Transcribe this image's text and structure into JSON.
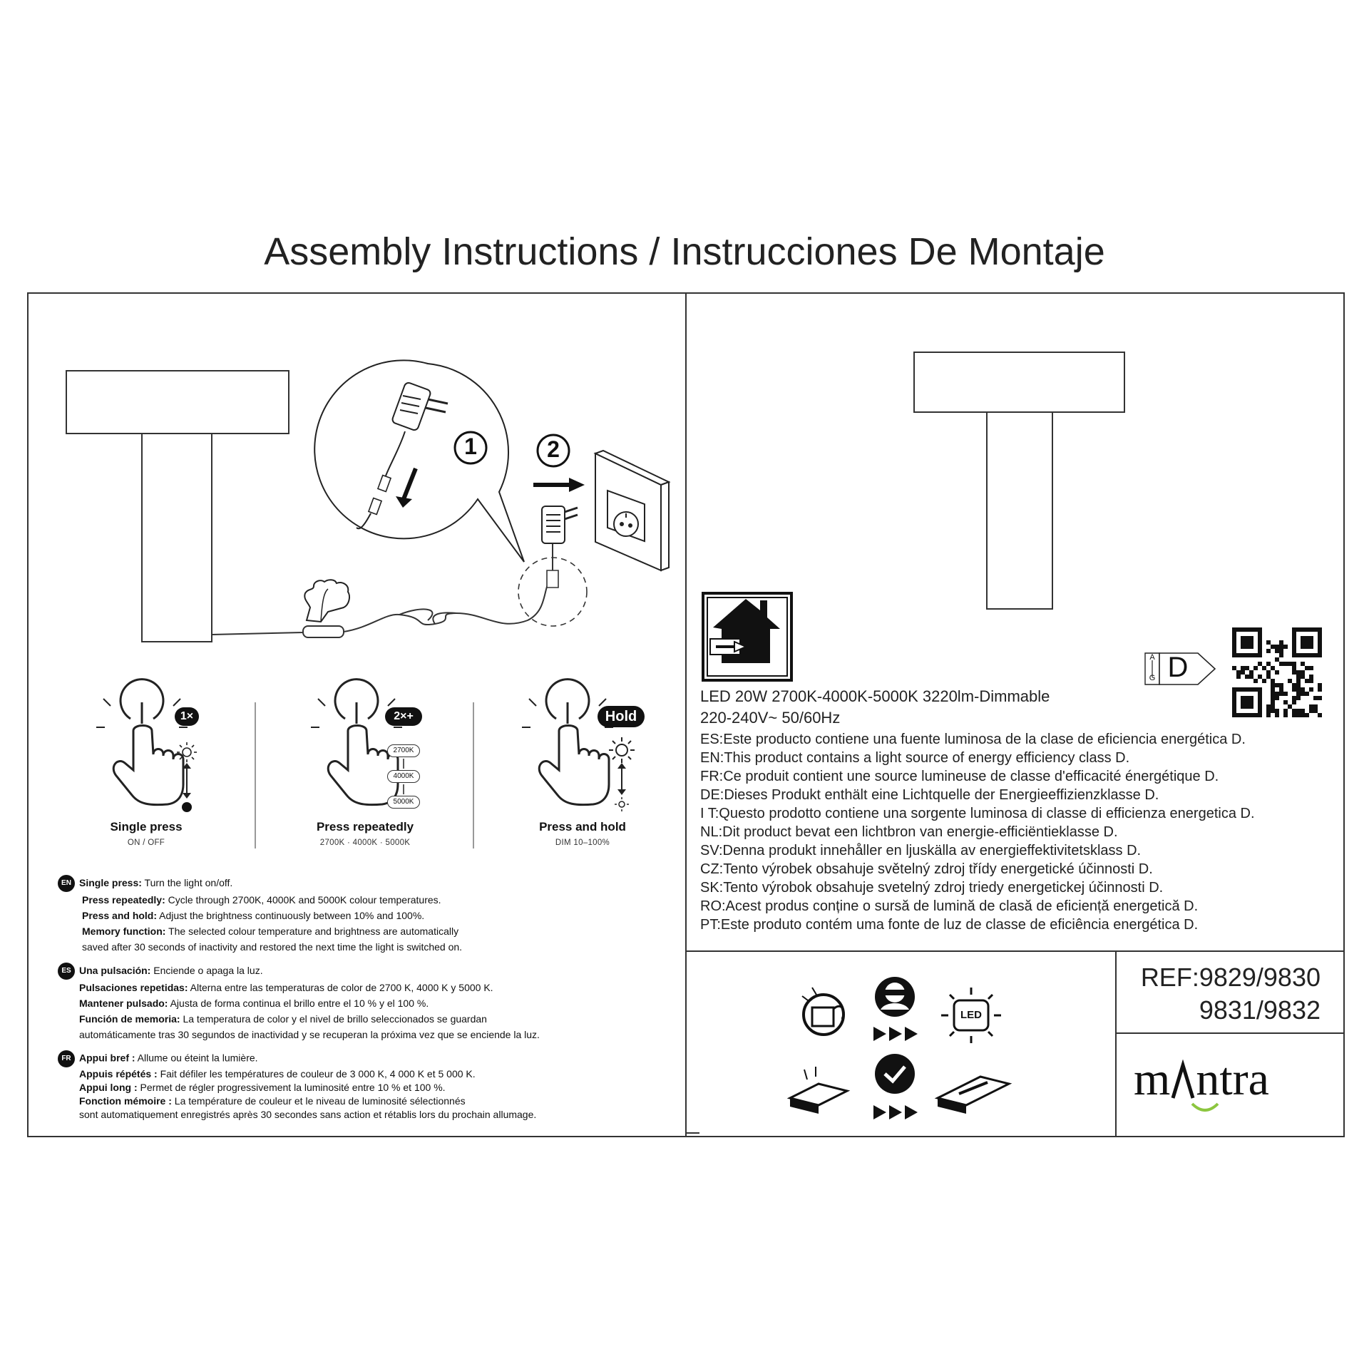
{
  "title": "Assembly Instructions / Instrucciones De Montaje",
  "steps": {
    "step1": "1",
    "step2": "2"
  },
  "buttons": [
    {
      "badge": "1×",
      "label": "Single press",
      "sub": "ON / OFF"
    },
    {
      "badge": "2×+",
      "label": "Press repeatedly",
      "sub": "2700K · 4000K · 5000K",
      "temps": [
        "2700K",
        "4000K",
        "5000K"
      ]
    },
    {
      "badge": "Hold",
      "label": "Press and hold",
      "sub": "DIM 10–100%"
    }
  ],
  "instructions": {
    "en": {
      "code": "EN",
      "lines": [
        {
          "b": "Single press:",
          "t": " Turn the light on/off."
        },
        {
          "b": "Press repeatedly:",
          "t": " Cycle through 2700K, 4000K and 5000K colour temperatures."
        },
        {
          "b": "Press and hold:",
          "t": " Adjust the brightness continuously between 10% and 100%."
        },
        {
          "b": "Memory function:",
          "t": " The selected colour temperature and brightness are automatically"
        },
        {
          "b": "",
          "t": "saved after 30 seconds of inactivity and restored the next time the light is switched on."
        }
      ]
    },
    "es": {
      "code": "ES",
      "lines": [
        {
          "b": "Una pulsación:",
          "t": " Enciende o apaga la luz."
        },
        {
          "b": "Pulsaciones repetidas:",
          "t": " Alterna entre las temperaturas de color de 2700 K, 4000 K y 5000 K."
        },
        {
          "b": "Mantener pulsado:",
          "t": " Ajusta de forma continua el brillo entre el 10 % y el 100 %."
        },
        {
          "b": "Función de memoria:",
          "t": " La temperatura de color y el nivel de brillo seleccionados se guardan"
        },
        {
          "b": "",
          "t": "automáticamente tras 30 segundos de inactividad y se recuperan la próxima vez que se enciende la luz."
        }
      ]
    },
    "fr": {
      "code": "FR",
      "lines": [
        {
          "b": "Appui bref :",
          "t": " Allume ou éteint la lumière."
        },
        {
          "b": "Appuis répétés :",
          "t": " Fait défiler les températures de couleur de 3 000 K, 4 000 K et 5 000 K."
        },
        {
          "b": "Appui long :",
          "t": " Permet de régler progressivement la luminosité entre 10 % et 100 %."
        },
        {
          "b": "Fonction mémoire :",
          "t": " La température de couleur et le niveau de luminosité sélectionnés"
        },
        {
          "b": "",
          "t": "sont automatiquement enregistrés après 30 secondes sans action et rétablis lors du prochain allumage."
        }
      ]
    }
  },
  "energy_class": {
    "scale_top": "A",
    "scale_bottom": "G",
    "value": "D"
  },
  "spec": {
    "line1": "LED 20W 2700K-4000K-5000K 3220lm-Dimmable",
    "line2": "220-240V~ 50/60Hz"
  },
  "energy_statements": [
    "ES:Este producto contiene una fuente luminosa de la clase de eficiencia energética D.",
    "EN:This product contains a light source of energy efficiency class D.",
    "FR:Ce produit contient une source lumineuse de classe d'efficacité énergétique D.",
    "DE:Dieses Produkt enthält eine Lichtquelle der Energieeffizienzklasse D.",
    "I T:Questo prodotto contiene una sorgente luminosa di classe di efficienza energetica D.",
    "NL:Dit product bevat een lichtbron van energie-efficiëntieklasse D.",
    "SV:Denna produkt innehåller en ljuskälla av energieffektivitetsklass D.",
    "CZ:Tento výrobek obsahuje světelný zdroj třídy energetické účinnosti D.",
    "SK:Tento výrobok obsahuje svetelný zdroj triedy energetickej účinnosti D.",
    "RO:Acest produs conține o sursă de lumină de clasă de eficiență energetică D.",
    "PT:Este produto contém uma fonte de luz de classe de eficiência energética D."
  ],
  "led_icon_text": "LED",
  "ref": {
    "line1": "REF:9829/9830",
    "line2": "9831/9832"
  },
  "brand": {
    "name": "mantra",
    "before": "m",
    "after": "ntra",
    "accent_color": "#8cc63f"
  }
}
